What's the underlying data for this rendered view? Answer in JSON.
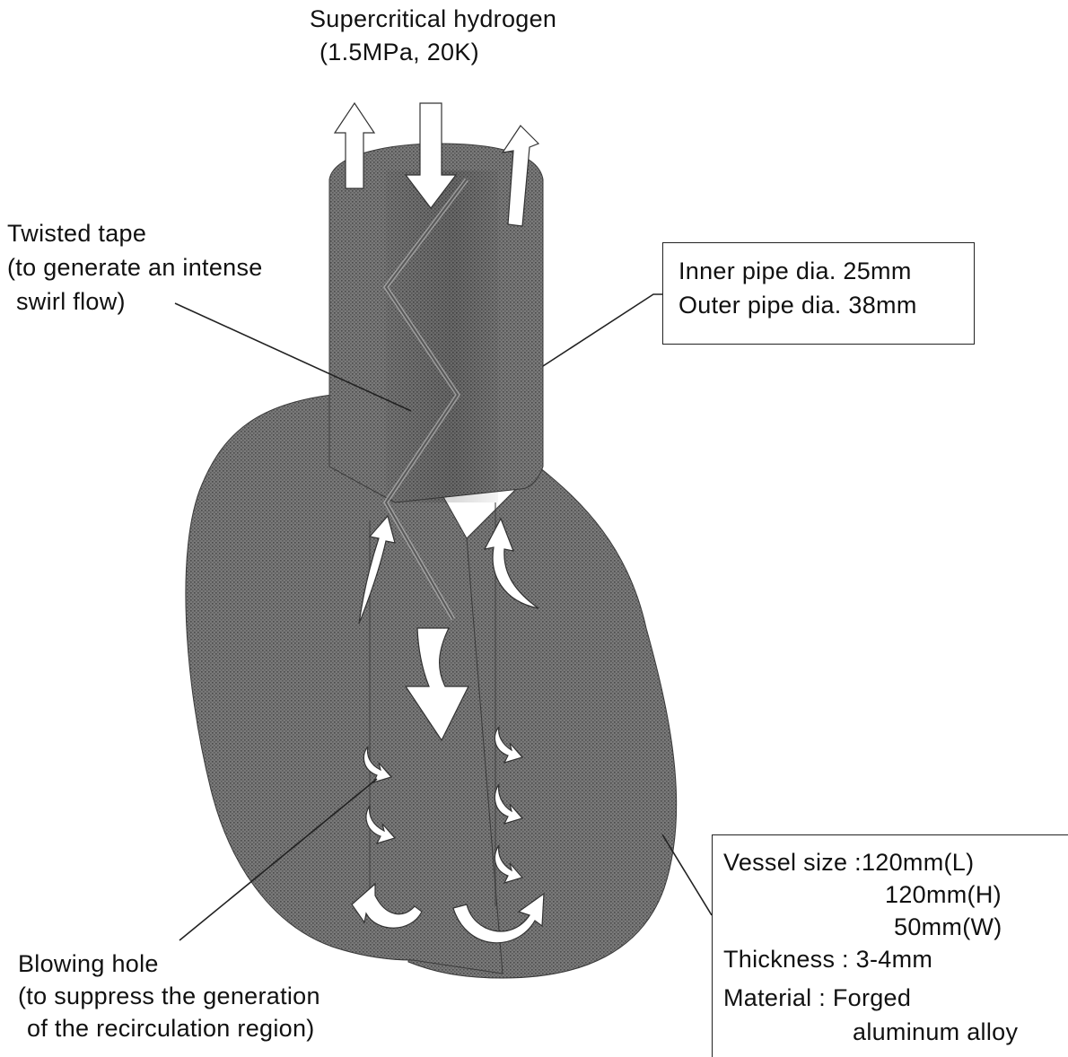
{
  "diagram": {
    "top_label": {
      "line1": "Supercritical hydrogen",
      "line2": "(1.5MPa, 20K)"
    },
    "twisted_tape_label": {
      "line1": "Twisted tape",
      "line2": "(to generate an intense",
      "line3": "swirl flow)"
    },
    "pipe_box": {
      "line1": "Inner pipe dia.  25mm",
      "line2": "Outer pipe dia.  38mm"
    },
    "blowing_hole_label": {
      "line1": "Blowing hole",
      "line2": "(to suppress the generation",
      "line3": "of the recirculation region)"
    },
    "vessel_box": {
      "size_label": "Vessel size :120mm(L)",
      "size_h": "120mm(H)",
      "size_w": "50mm(W)",
      "thickness": "Thickness : 3-4mm",
      "material_line1": "Material : Forged",
      "material_line2": "aluminum alloy"
    },
    "colors": {
      "vessel_fill": "#6e6e6e",
      "arrow_fill": "#ffffff",
      "line_color": "#222222"
    }
  }
}
